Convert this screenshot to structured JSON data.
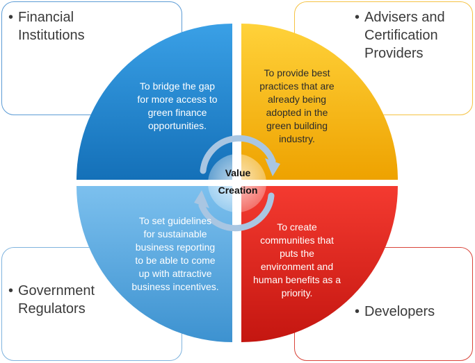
{
  "stakeholders": {
    "top_left": "Financial\nInstitutions",
    "top_right": "Advisers and\nCertification\nProviders",
    "bottom_left": "Government\nRegulators",
    "bottom_right": "Developers",
    "bullet": "•"
  },
  "quadrants": {
    "top_left": "To bridge the gap\nfor more access to\ngreen finance\nopportunities.",
    "top_right": "To provide best\npractices that are\nalready being\nadopted in the\ngreen building\nindustry.",
    "bottom_left": "To set guidelines\nfor sustainable\nbusiness reporting\nto be able to come\nup with attractive\nbusiness incentives.",
    "bottom_right": "To create\ncommunities that\nputs the\nenvironment and\nhuman benefits as a\npriority."
  },
  "center": {
    "line1": "Value",
    "line2": "Creation"
  },
  "colors": {
    "blue": "#1e88d4",
    "gold": "#f7b500",
    "light_blue": "#5aaee6",
    "red": "#e8231d",
    "arrow": "#a9c6e2"
  }
}
